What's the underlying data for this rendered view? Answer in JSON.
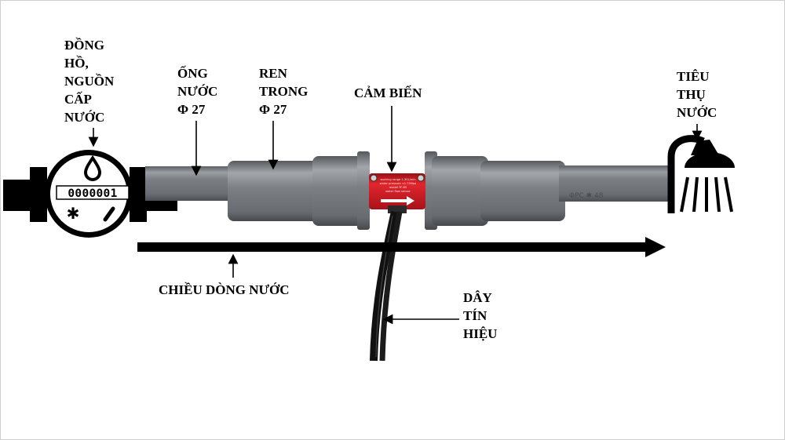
{
  "labels": {
    "meter_source": "ĐỒNG\nHỒ,\nNGUỒN\nCẤP\nNƯỚC",
    "pipe": "ỐNG\nNƯỚC\nΦ 27",
    "thread": "REN\nTRONG\nΦ 27",
    "sensor": "CẢM BIẾN",
    "consumer": "TIÊU\nTHỤ\nNƯỚC",
    "flow_direction": "CHIỀU DÒNG NƯỚC",
    "signal_wire": "DÂY\nTÍN\nHIỆU"
  },
  "meter": {
    "reading": "0000001"
  },
  "sensor_body": {
    "text_lines": [
      "working range 1-30L/min",
      "water pressure <1.75Mpa",
      "model YF-B5",
      "water flow sensor"
    ]
  },
  "pipe_marking": "ΦPC ✱ 48",
  "colors": {
    "pipe": "#7a7d82",
    "sensor": "#c8161d",
    "arrow": "#000000"
  }
}
